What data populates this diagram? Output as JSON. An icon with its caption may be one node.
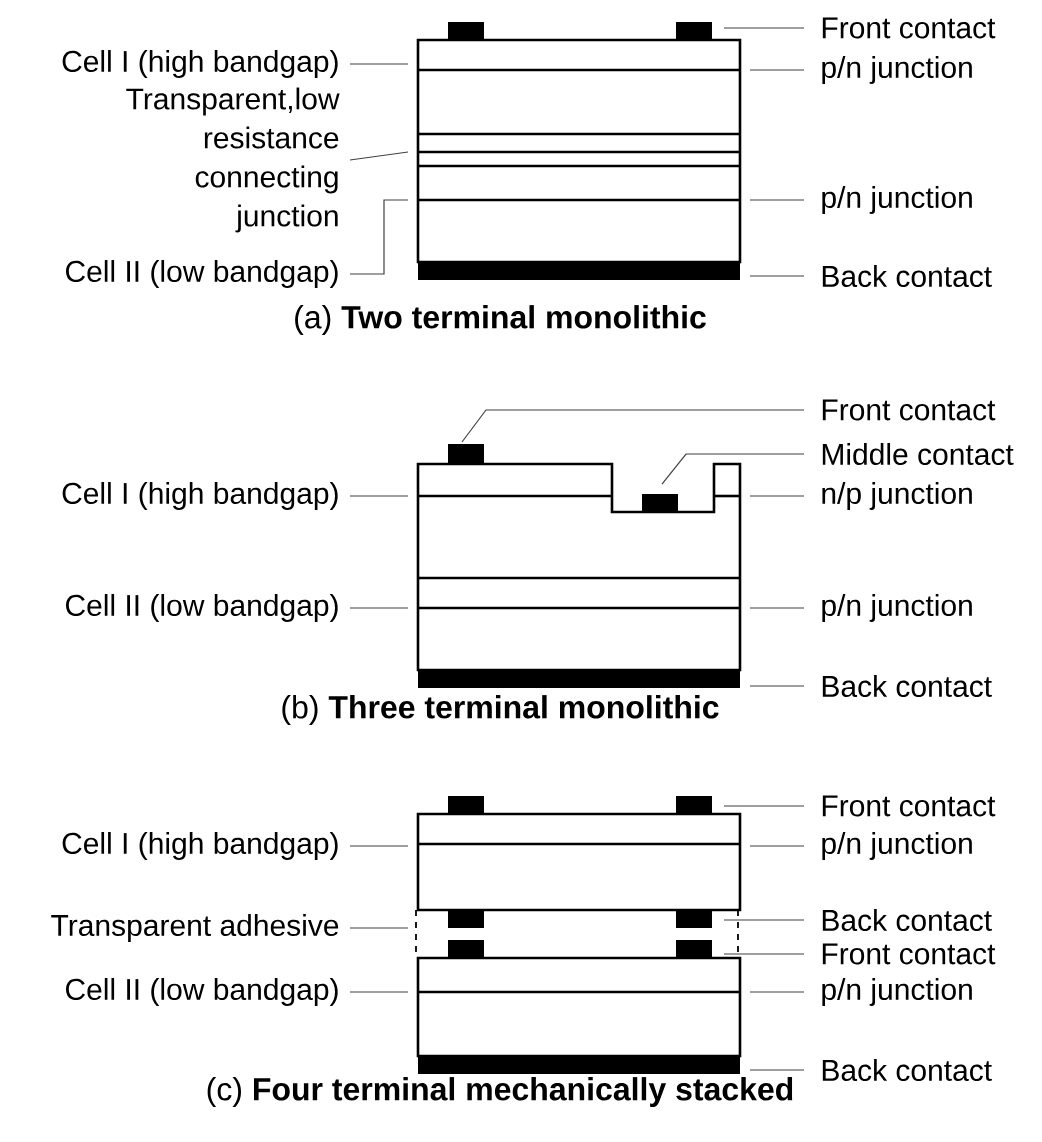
{
  "diagram": {
    "nodes": [
      {
        "text": [],
        "shape": "box"
      },
      {
        "text": [
          "Front contact"
        ]
      },
      {
        "text": [
          "Cell I (high bandgap)"
        ]
      },
      {
        "text": [
          "p/n junction"
        ]
      },
      {
        "text": [
          "Transparent,low resistance connecting junction"
        ]
      },
      {
        "text": [
          "p/n junction"
        ]
      },
      {
        "text": [
          "Cell II (low bandgap)"
        ]
      },
      {
        "text": [
          "Back contact"
        ]
      },
      {
        "text": [],
        "shape": "box"
      },
      {
        "text": [
          "Front contact"
        ]
      },
      {
        "text": [
          "Middle contact"
        ]
      },
      {
        "text": [
          "Cell I (high bandgap)"
        ]
      },
      {
        "text": [
          "n/p junction"
        ]
      },
      {
        "text": [
          "Cell II (low bandgap)"
        ]
      },
      {
        "text": [
          "p/n junction"
        ]
      },
      {
        "text": [
          "Back contact"
        ]
      },
      {
        "text": [],
        "shape": "box"
      },
      {
        "text": [
          "Front contact"
        ]
      },
      {
        "text": [
          "Cell I (high bandgap)"
        ]
      },
      {
        "text": [
          "p/n junction"
        ]
      },
      {
        "text": [
          "Back contact"
        ]
      },
      {
        "text": [
          "Transparent adhesive"
        ]
      },
      {
        "text": [
          "Front contact"
        ]
      },
      {
        "text": [
          "Cell II (low bandgap)"
        ]
      },
      {
        "text": [
          "p/n junction"
        ]
      },
      {
        "text": [
          "Back contact"
        ]
      }
    ],
    "edges": [
      {
        "from": 1,
        "to": 0,
        "arrow": "none"
      },
      {
        "from": 2,
        "to": 0,
        "arrow": "none"
      },
      {
        "from": 3,
        "to": 0,
        "arrow": "none"
      },
      {
        "from": 4,
        "to": 0,
        "arrow": "none"
      },
      {
        "from": 5,
        "to": 0,
        "arrow": "none"
      },
      {
        "from": 6,
        "to": 0,
        "arrow": "none"
      },
      {
        "from": 7,
        "to": 0,
        "arrow": "none"
      },
      {
        "from": 9,
        "to": 8,
        "arrow": "none"
      },
      {
        "from": 10,
        "to": 8,
        "arrow": "none"
      },
      {
        "from": 11,
        "to": 8,
        "arrow": "none"
      },
      {
        "from": 12,
        "to": 8,
        "arrow": "none"
      },
      {
        "from": 13,
        "to": 8,
        "arrow": "none"
      },
      {
        "from": 14,
        "to": 8,
        "arrow": "none"
      },
      {
        "from": 15,
        "to": 8,
        "arrow": "none"
      },
      {
        "from": 17,
        "to": 16,
        "arrow": "none"
      },
      {
        "from": 18,
        "to": 16,
        "arrow": "none"
      },
      {
        "from": 19,
        "to": 16,
        "arrow": "none"
      },
      {
        "from": 20,
        "to": 16,
        "arrow": "none"
      },
      {
        "from": 21,
        "to": 16,
        "arrow": "none"
      },
      {
        "from": 22,
        "to": 16,
        "arrow": "none"
      },
      {
        "from": 23,
        "to": 16,
        "arrow": "none"
      },
      {
        "from": 24,
        "to": 16,
        "arrow": "none"
      },
      {
        "from": 25,
        "to": 16,
        "arrow": "none"
      }
    ],
    "labels": [
      "(a) **Two terminal monolithic**",
      "(b) **Three terminal monolithic**",
      "(c) **Four terminal mechanically stacked**"
    ]
  }
}
